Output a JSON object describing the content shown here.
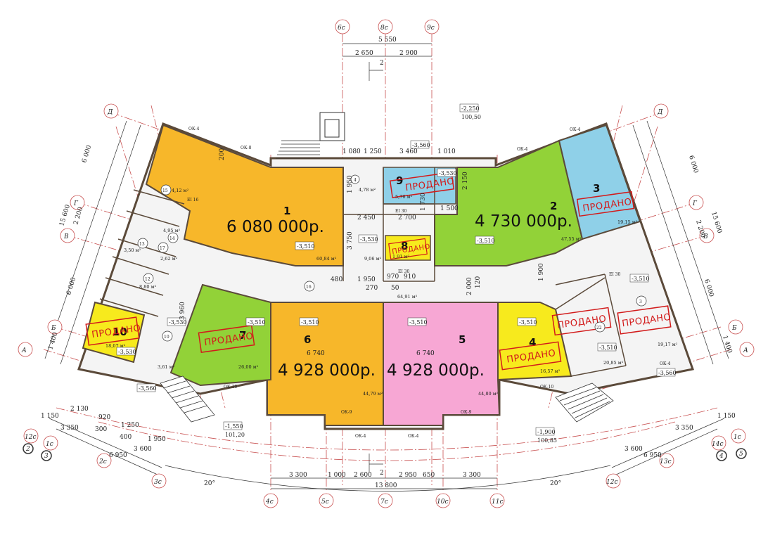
{
  "colors": {
    "unit_orange": "#f7b72a",
    "unit_green": "#92d238",
    "unit_blue": "#8fd0e8",
    "unit_pink": "#f7a7d4",
    "unit_yellow": "#f7ea1d",
    "sold_stamp": "#d21b1b",
    "axis_line": "#c85050"
  },
  "units": [
    {
      "num": "1",
      "price": "6 080 000р.",
      "area": "60,84 м²",
      "level": "-3,510"
    },
    {
      "num": "2",
      "price": "4 730 000р.",
      "area": "47,55 м²",
      "level": "-3,510"
    },
    {
      "num": "3",
      "sold": "ПРОДАНО",
      "area": "19,15 м²"
    },
    {
      "num": "3",
      "sold": "ПРОДАНО",
      "area": "19,17 м²",
      "level": "-3,510"
    },
    {
      "num": "4",
      "sold": "ПРОДАНО",
      "area": "16,57 м²",
      "level": "-3,510"
    },
    {
      "num": "5",
      "price": "4 928 000р.",
      "area": "44,80 м²",
      "level": "-3,510"
    },
    {
      "num": "6",
      "price": "4 928 000р.",
      "area": "44,79 м²",
      "level": "-3,510"
    },
    {
      "num": "7",
      "sold": "ПРОДАНО",
      "area": "26,00 м²",
      "level": "-3,510"
    },
    {
      "num": "8",
      "sold": "ПРОДАНО",
      "area": "1,91 м²"
    },
    {
      "num": "9",
      "sold": "ПРОДАНО",
      "area": "5,76 м²"
    },
    {
      "num": "10",
      "sold": "ПРОДАНО",
      "area": "18,07 м²",
      "level": "-3,530"
    },
    {
      "num": "22",
      "area": "20,85 м²",
      "level": "-3,510"
    }
  ],
  "rooms": [
    {
      "num": "4",
      "area": "4,78 м²"
    },
    {
      "num": "12",
      "area": "8,80 м²"
    },
    {
      "num": "13",
      "area": "3,50 м²"
    },
    {
      "num": "14",
      "area": "4,95 м²"
    },
    {
      "num": "15",
      "area": "4,12 м²"
    },
    {
      "num": "16",
      "area": "64,91 м²"
    },
    {
      "num": "17",
      "area": "2,62 м²"
    },
    {
      "num": "10",
      "area": "3,61 м²"
    },
    {
      "num": "",
      "area": "9,06 м²"
    }
  ],
  "levels": {
    "top_right": "-2,250",
    "top_right_abs": "100,50",
    "stair_top": "-3,560",
    "corridor": "-3,530",
    "left_unit": "-3,530",
    "bottom_left": "-3,560",
    "bottom_left_level": "-1,550",
    "bottom_left_abs": "101,20",
    "bottom_right_level": "-1,900",
    "bottom_right_abs": "100,85",
    "right_low": "-3,560",
    "room9_level": "-3,530"
  },
  "axes_top": [
    "6с",
    "8с",
    "9с"
  ],
  "axes_bottom": [
    "4с",
    "5с",
    "7с",
    "10с",
    "11с"
  ],
  "axes_left": [
    "Д",
    "Г",
    "В",
    "Б",
    "А"
  ],
  "axes_right": [
    "Д",
    "Г",
    "В",
    "Б",
    "А"
  ],
  "axes_left_bottom": [
    "12с",
    "1с",
    "2с",
    "3с",
    "2",
    "3"
  ],
  "axes_right_bottom": [
    "1с",
    "14с",
    "13с",
    "12с",
    "5",
    "4"
  ],
  "dims_top": {
    "total": "5 550",
    "a": "2 650",
    "b": "2 900"
  },
  "dims_top_inner": [
    "1 080",
    "1 250",
    "3 460",
    "1 010"
  ],
  "dims_bottom": {
    "a": "3 300",
    "b": "1 000",
    "c": "2 600",
    "d": "2 950",
    "e": "650",
    "f": "3 300",
    "total": "13 800"
  },
  "dims_bottom_left": [
    "1 150",
    "2 130",
    "920",
    "3 350",
    "300",
    "1 250",
    "400",
    "1 950",
    "6 950",
    "3 600"
  ],
  "dims_bottom_right": [
    "1 150",
    "3 350",
    "3 600",
    "6 950"
  ],
  "dims_side": [
    "15 600",
    "6 000",
    "2 200",
    "6 000",
    "1 400"
  ],
  "dims_inner": [
    "2 450",
    "2 700",
    "3 750",
    "1 950",
    "970",
    "910",
    "270",
    "50",
    "480",
    "6 740",
    "6 740",
    "1 500",
    "1 730",
    "2 150",
    "1 950",
    "200",
    "120",
    "1 900",
    "2 000",
    "3 960"
  ],
  "section_mark": "2",
  "angle": "20°",
  "windows": [
    "ОК-4",
    "ОК-8",
    "ОК-9",
    "ОК-10",
    "ЕI 30",
    "ЕI 16"
  ]
}
